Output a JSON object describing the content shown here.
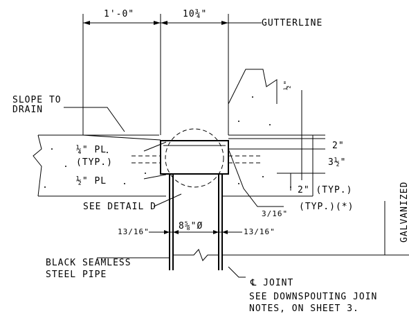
{
  "labels": {
    "dim_1ft": "1'-0\"",
    "dim_10_3_4": "10¾\"",
    "gutterline": "GUTTERLINE",
    "slope_1": "SLOPE TO",
    "slope_2": "DRAIN",
    "pl_quarter": "¼\" PL",
    "typ_1": "(TYP.)",
    "pl_half": "½\" PL",
    "see_detail": "SEE DETAIL D",
    "dim_half": "½\"",
    "dim_2": "2\"",
    "dim_3_half": "3½\"",
    "dim_2_typ": "2\" (TYP.)",
    "weld_size": "3/16\"",
    "typ_star": "(TYP.)(*)",
    "galvanized": "GALVANIZED",
    "dim_13_16_left": "13/16\"",
    "dim_8_5_8": "8⅝\"Ø",
    "dim_13_16_right": "13/16\"",
    "pipe_1": "BLACK SEAMLESS",
    "pipe_2": "STEEL PIPE",
    "joint": "℄ JOINT",
    "note_1": "SEE DOWNSPOUTING JOIN",
    "note_2": "NOTES, ON SHEET 3."
  }
}
